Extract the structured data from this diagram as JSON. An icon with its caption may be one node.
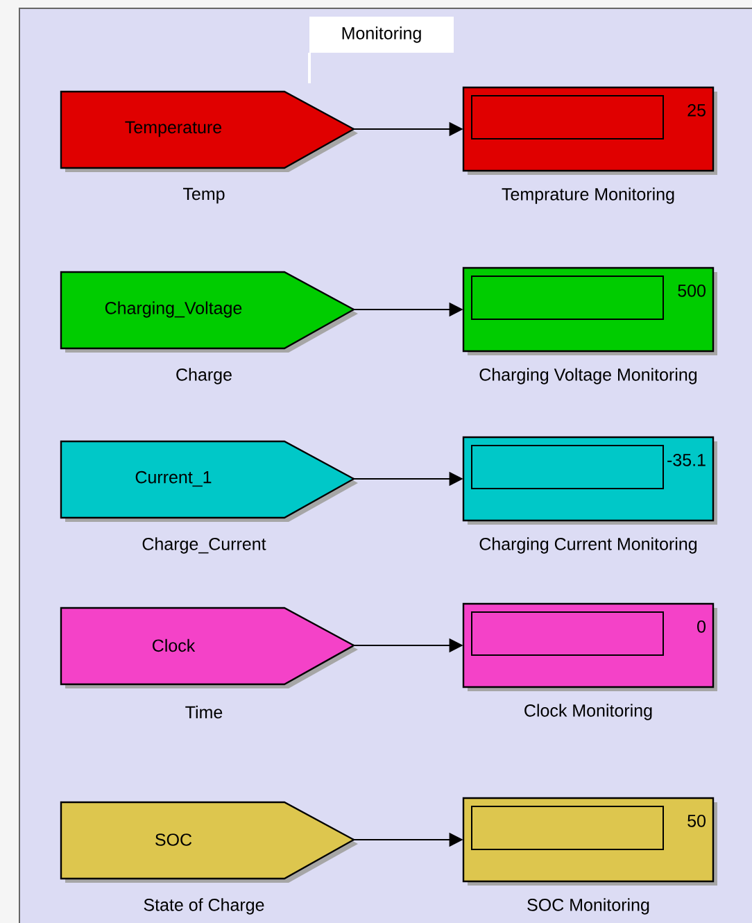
{
  "diagram": {
    "title": "Monitoring",
    "nodes": [
      {
        "text": [
          "Temperature"
        ],
        "beside": [
          "Temp"
        ]
      },
      {
        "text": [
          "25"
        ],
        "beside": [
          "Temprature Monitoring"
        ]
      },
      {
        "text": [
          "Charging_Voltage"
        ],
        "beside": [
          "Charge"
        ]
      },
      {
        "text": [
          "500"
        ],
        "beside": [
          "Charging Voltage Monitoring"
        ]
      },
      {
        "text": [
          "Current_1"
        ],
        "beside": [
          "Charge_Current"
        ]
      },
      {
        "text": [
          "-35.1"
        ],
        "beside": [
          "Charging Current Monitoring"
        ]
      },
      {
        "text": [
          "Clock"
        ],
        "beside": [
          "Time"
        ]
      },
      {
        "text": [
          "0"
        ],
        "beside": [
          "Clock Monitoring"
        ]
      },
      {
        "text": [
          "SOC"
        ],
        "beside": [
          "State of Charge"
        ]
      },
      {
        "text": [
          "50"
        ],
        "beside": [
          "SOC Monitoring"
        ]
      }
    ],
    "edges": [
      {
        "from": 0,
        "to": 1,
        "arrow": "to"
      },
      {
        "from": 2,
        "to": 3,
        "arrow": "to"
      },
      {
        "from": 4,
        "to": 5,
        "arrow": "to"
      },
      {
        "from": 6,
        "to": 7,
        "arrow": "to"
      },
      {
        "from": 8,
        "to": 9,
        "arrow": "to"
      }
    ]
  }
}
